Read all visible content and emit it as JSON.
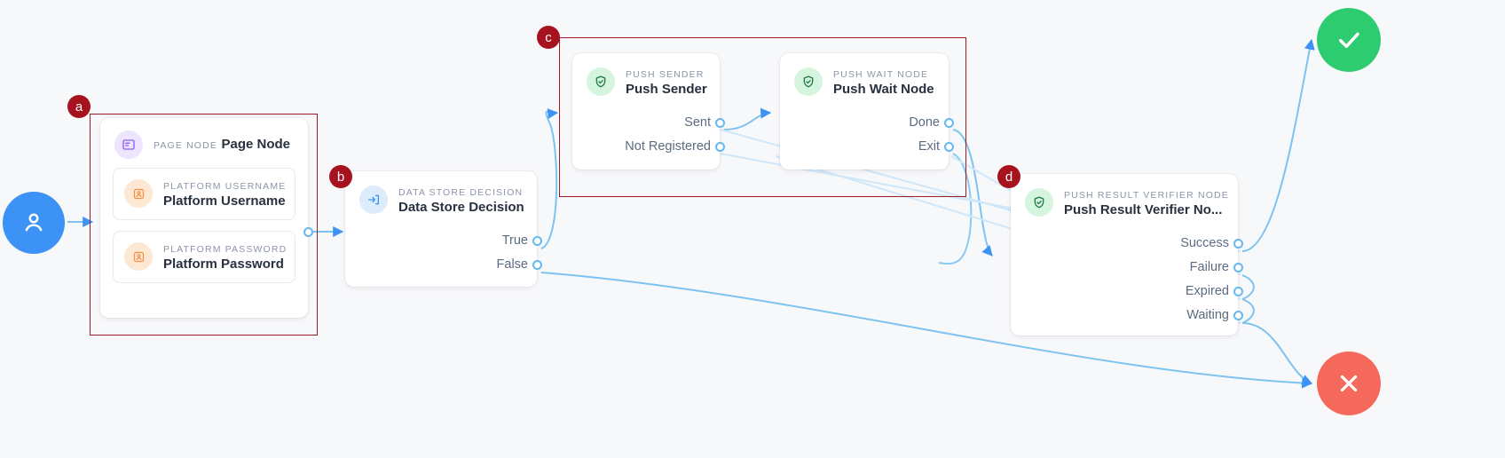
{
  "canvas": {
    "background": "#f7f8fa",
    "edge_color": "#7ec3f0",
    "group_border_color": "#9b1c24",
    "group_badge_color": "#a6121e"
  },
  "terminals": [
    {
      "name": "start-user-node",
      "icon": "user-icon",
      "color": "#3d92f5",
      "label": ""
    },
    {
      "name": "success-end-node",
      "icon": "check-icon",
      "color": "#2ecc71",
      "label": ""
    },
    {
      "name": "failure-end-node",
      "icon": "close-icon",
      "color": "#f4695c",
      "label": ""
    }
  ],
  "groups": [
    {
      "id": "a",
      "badge": "a"
    },
    {
      "id": "b",
      "badge": "b"
    },
    {
      "id": "c",
      "badge": "c"
    },
    {
      "id": "d",
      "badge": "d"
    }
  ],
  "nodes": {
    "page_node": {
      "kicker": "PAGE NODE",
      "title": "Page Node",
      "icon": "page-node-icon",
      "icon_color": "#8b5cf6",
      "fields": [
        {
          "kicker": "PLATFORM USERNAME",
          "title": "Platform Username",
          "icon": "user-field-icon",
          "icon_color": "#f59145"
        },
        {
          "kicker": "PLATFORM PASSWORD",
          "title": "Platform Password",
          "icon": "user-field-icon",
          "icon_color": "#f59145"
        }
      ]
    },
    "data_store_decision": {
      "kicker": "DATA STORE DECISION",
      "title": "Data Store Decision",
      "icon": "login-arrow-icon",
      "icon_color": "#3d92f5",
      "ports": [
        "True",
        "False"
      ]
    },
    "push_sender": {
      "kicker": "PUSH SENDER",
      "title": "Push Sender",
      "icon": "shield-check-icon",
      "icon_color": "#1f7a45",
      "ports": [
        "Sent",
        "Not Registered"
      ]
    },
    "push_wait_node": {
      "kicker": "PUSH WAIT NODE",
      "title": "Push Wait Node",
      "icon": "shield-check-icon",
      "icon_color": "#1f7a45",
      "ports": [
        "Done",
        "Exit"
      ]
    },
    "push_result_verifier": {
      "kicker": "PUSH RESULT VERIFIER NODE",
      "title": "Push Result Verifier No...",
      "icon": "shield-check-icon",
      "icon_color": "#1f7a45",
      "ports": [
        "Success",
        "Failure",
        "Expired",
        "Waiting"
      ]
    }
  }
}
